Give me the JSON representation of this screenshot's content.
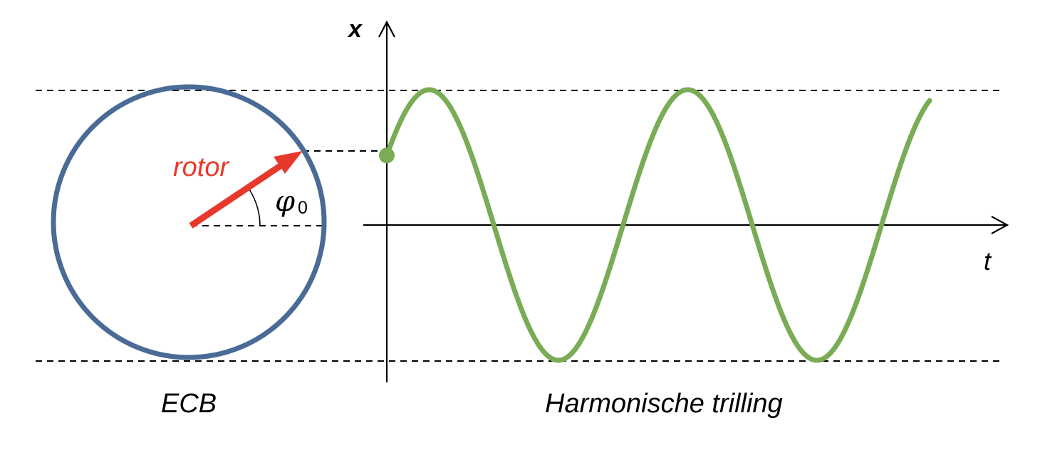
{
  "labels": {
    "x_axis": "x",
    "t_axis": "t",
    "rotor": "rotor",
    "phi_symbol": "φ",
    "phi_subscript": "0",
    "left_caption": "ECB",
    "right_caption": "Harmonische trilling"
  },
  "colors": {
    "circle": "#4a6b96",
    "rotor": "#e8382a",
    "wave": "#7aab55",
    "axis": "#000000",
    "dashed": "#000000"
  },
  "wave": {
    "amplitude": 1,
    "initial_phase_rad": 0.54,
    "periods_shown": 2.1
  }
}
